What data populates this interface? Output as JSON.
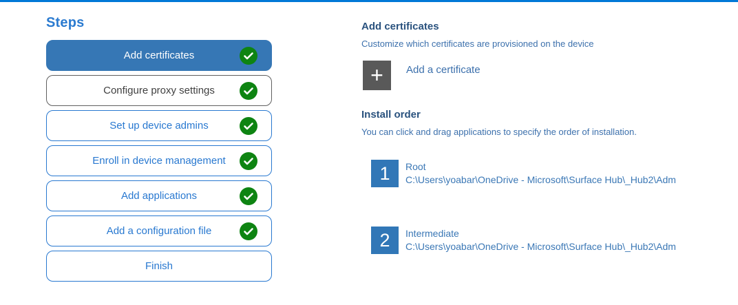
{
  "colors": {
    "top_bar": "#0078D7",
    "accent_blue": "#2878D0",
    "active_step_fill": "#3677B5",
    "heading_dark_blue": "#2A527E",
    "body_blue": "#3C70AC",
    "item_blue": "#3A77B5",
    "check_green": "#0E8412",
    "plus_gray": "#595959",
    "gray_step_border": "#5F5F5F",
    "gray_step_text": "#404040"
  },
  "sidebar": {
    "title": "Steps",
    "steps": [
      {
        "label": "Add certificates",
        "state": "active",
        "checked": true
      },
      {
        "label": "Configure proxy settings",
        "state": "gray",
        "checked": true
      },
      {
        "label": "Set up device admins",
        "state": "normal",
        "checked": true
      },
      {
        "label": "Enroll in device management",
        "state": "normal",
        "checked": true
      },
      {
        "label": "Add applications",
        "state": "normal",
        "checked": true
      },
      {
        "label": "Add a configuration file",
        "state": "normal",
        "checked": true
      },
      {
        "label": "Finish",
        "state": "normal",
        "checked": false
      }
    ]
  },
  "main": {
    "section_title": "Add certificates",
    "section_subtitle": "Customize which certificates are provisioned on the device",
    "add_button": {
      "icon_glyph": "+",
      "label": "Add a certificate"
    },
    "install_order": {
      "title": "Install order",
      "subtitle": "You can click and drag applications to specify the order of installation.",
      "items": [
        {
          "number": "1",
          "name": "Root",
          "path": "C:\\Users\\yoabar\\OneDrive - Microsoft\\Surface Hub\\_Hub2\\Adm"
        },
        {
          "number": "2",
          "name": "Intermediate",
          "path": "C:\\Users\\yoabar\\OneDrive - Microsoft\\Surface Hub\\_Hub2\\Adm"
        }
      ]
    }
  }
}
